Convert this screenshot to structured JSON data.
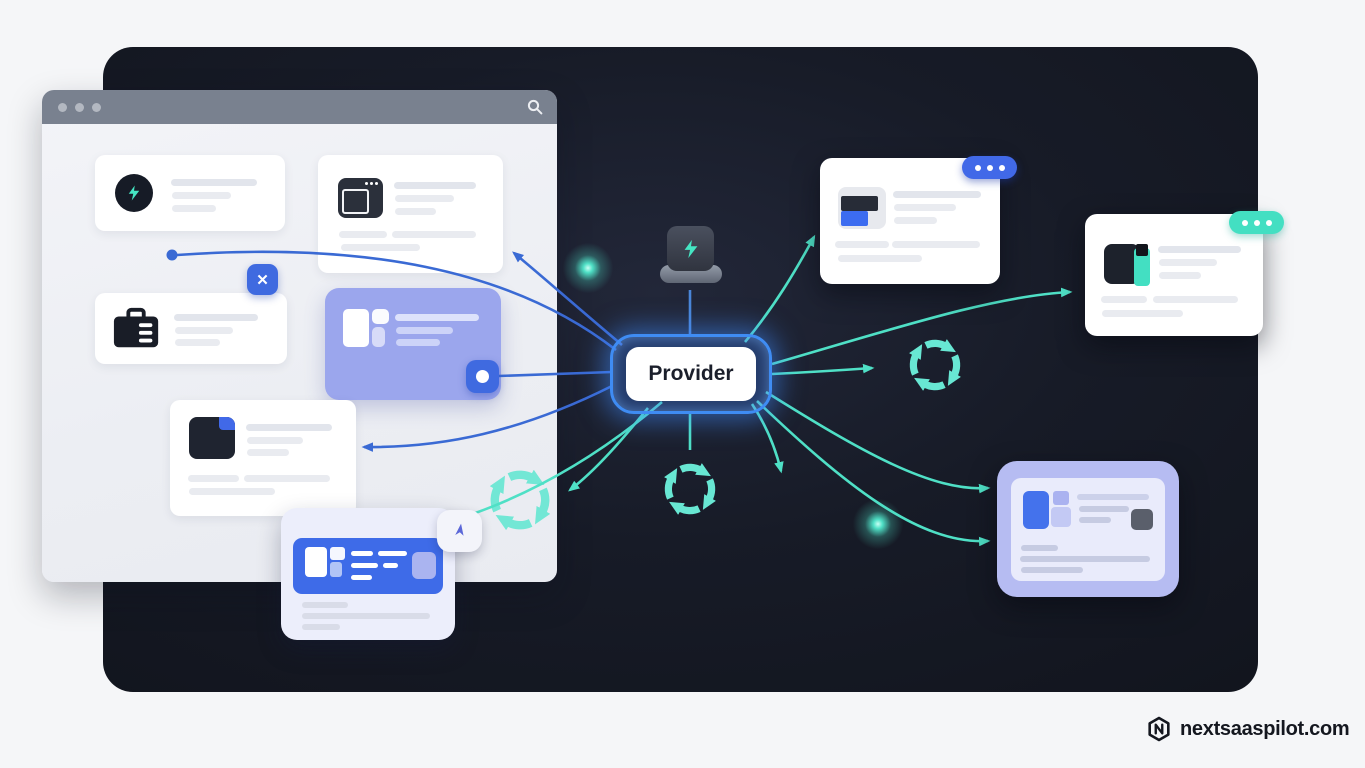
{
  "provider": {
    "label": "Provider"
  },
  "watermark": {
    "text": "nextsaaspilot.com",
    "logo": "hexagon-n-icon"
  },
  "icons": {
    "close_glyph": "✕",
    "search": "magnifier",
    "bolt": "lightning",
    "sync": "circular-arrows",
    "briefcase": "toolbox",
    "cursor": "pointer-arrow",
    "window": "browser-window",
    "dots_menu": "three-dots"
  },
  "colors": {
    "page_bg": "#f5f6f8",
    "panel_bg": "#171b27",
    "teal_line": "#4fe0c6",
    "blue_line": "#3a6ad4",
    "badge_blue": "#4169e8",
    "badge_teal": "#43dfc2",
    "purple_card": "#9ba6ed",
    "provider_accent": "#3f8cf3"
  }
}
